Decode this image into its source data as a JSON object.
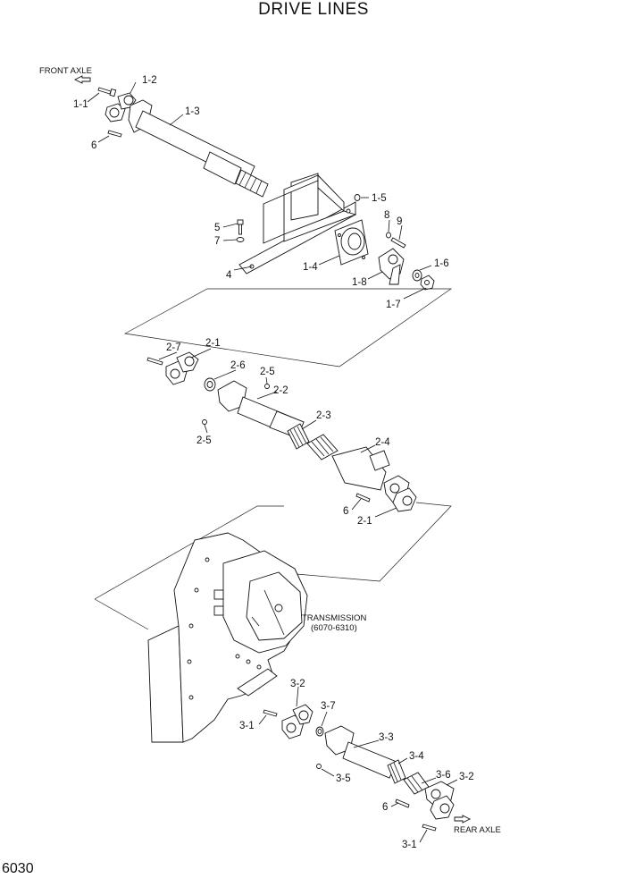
{
  "title": "DRIVE LINES",
  "page_number": "6030",
  "notes": {
    "front_axle": "FRONT AXLE",
    "rear_axle": "REAR AXLE",
    "transmission": "TRANSMISSION",
    "transmission_model": "(6070-6310)"
  },
  "labels": {
    "1-1": "1-1",
    "1-2": "1-2",
    "1-3": "1-3",
    "1-4": "1-4",
    "1-5": "1-5",
    "1-6": "1-6",
    "1-7": "1-7",
    "1-8": "1-8",
    "2-1a": "2-1",
    "2-1b": "2-1",
    "2-2": "2-2",
    "2-3": "2-3",
    "2-4": "2-4",
    "2-5a": "2-5",
    "2-5b": "2-5",
    "2-6": "2-6",
    "2-7": "2-7",
    "3-1a": "3-1",
    "3-1b": "3-1",
    "3-2a": "3-2",
    "3-2b": "3-2",
    "3-3": "3-3",
    "3-4": "3-4",
    "3-5": "3-5",
    "3-6": "3-6",
    "3-7": "3-7",
    "4": "4",
    "5": "5",
    "6a": "6",
    "6b": "6",
    "6c": "6",
    "7": "7",
    "8": "8",
    "9": "9"
  },
  "icons": {
    "front_arrow": "arrow-icon",
    "rear_arrow": "arrow-icon"
  }
}
